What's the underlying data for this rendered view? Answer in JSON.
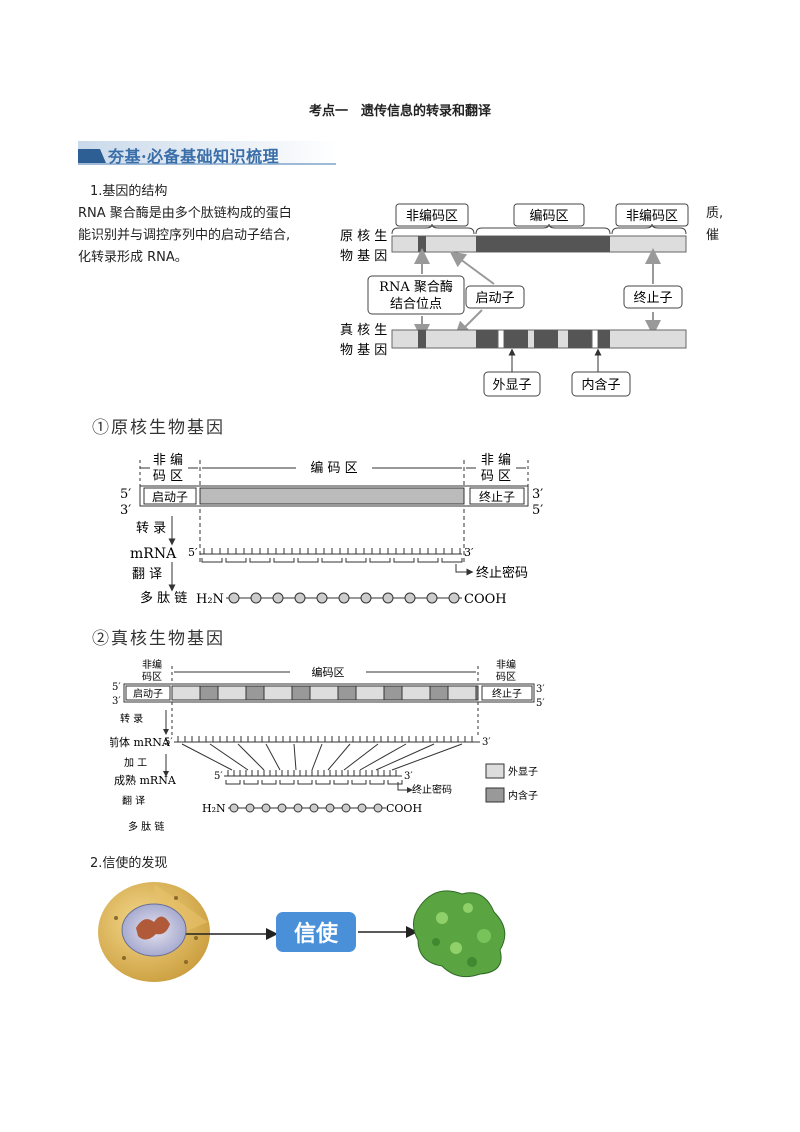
{
  "page": {
    "title": "考点一　遗传信息的转录和翻译",
    "banner": "夯基·必备基础知识梳理"
  },
  "section1": {
    "heading": "1.基因的结构",
    "line1": "RNA 聚合酶是由多个肽链构成的蛋白",
    "line2": "能识别并与调控序列中的启动子结合,",
    "line3": "化转录形成 RNA。",
    "frag_a": "质,",
    "frag_b": "催"
  },
  "diagram1": {
    "left_label_top": [
      "原 核 生",
      "物 基 因"
    ],
    "left_label_bottom": [
      "真 核 生",
      "物 基 因"
    ],
    "noncoding_left": "非编码区",
    "coding": "编码区",
    "noncoding_right": "非编码区",
    "rna_site": [
      "RNA 聚合酶",
      "结合位点"
    ],
    "promoter": "启动子",
    "terminator": "终止子",
    "exon": "外显子",
    "intron": "内含子"
  },
  "section_prok": {
    "heading": "①原核生物基因",
    "noncoding_l": [
      "非 编",
      "码 区"
    ],
    "coding": "编 码 区",
    "noncoding_r": [
      "非 编",
      "码 区"
    ],
    "prime5": "5′",
    "prime3": "3′",
    "promoter": "启动子",
    "terminator": "终止子",
    "transcribe": "转 录",
    "mrna": "mRNA",
    "translate": "翻 译",
    "stop_codon": "终止密码",
    "peptide": "多 肽 链",
    "n_term": "H₂N",
    "c_term": "COOH"
  },
  "section_euk": {
    "heading": "②真核生物基因",
    "noncoding_l": [
      "非编",
      "码区"
    ],
    "coding": "编码区",
    "noncoding_r": [
      "非编",
      "码区"
    ],
    "prime5": "5′",
    "prime3": "3′",
    "promoter": "启动子",
    "terminator": "终止子",
    "transcribe": "转 录",
    "pre_mrna": "前体 mRNA",
    "process": "加 工",
    "mature_mrna": "成熟 mRNA",
    "translate": "翻 译",
    "peptide": "多 肽 链",
    "stop_codon": "终止密码",
    "n_term": "H₂N",
    "c_term": "COOH",
    "legend_exon": "外显子",
    "legend_intron": "内含子"
  },
  "section2": {
    "heading": "2.信使的发现",
    "messenger": "信使"
  },
  "colors": {
    "banner_blue": "#3a6ea8",
    "dark_block": "#555555",
    "light_block": "#dddddd",
    "mid_gray": "#bbbbbb",
    "badge_blue": "#4a90d9"
  }
}
